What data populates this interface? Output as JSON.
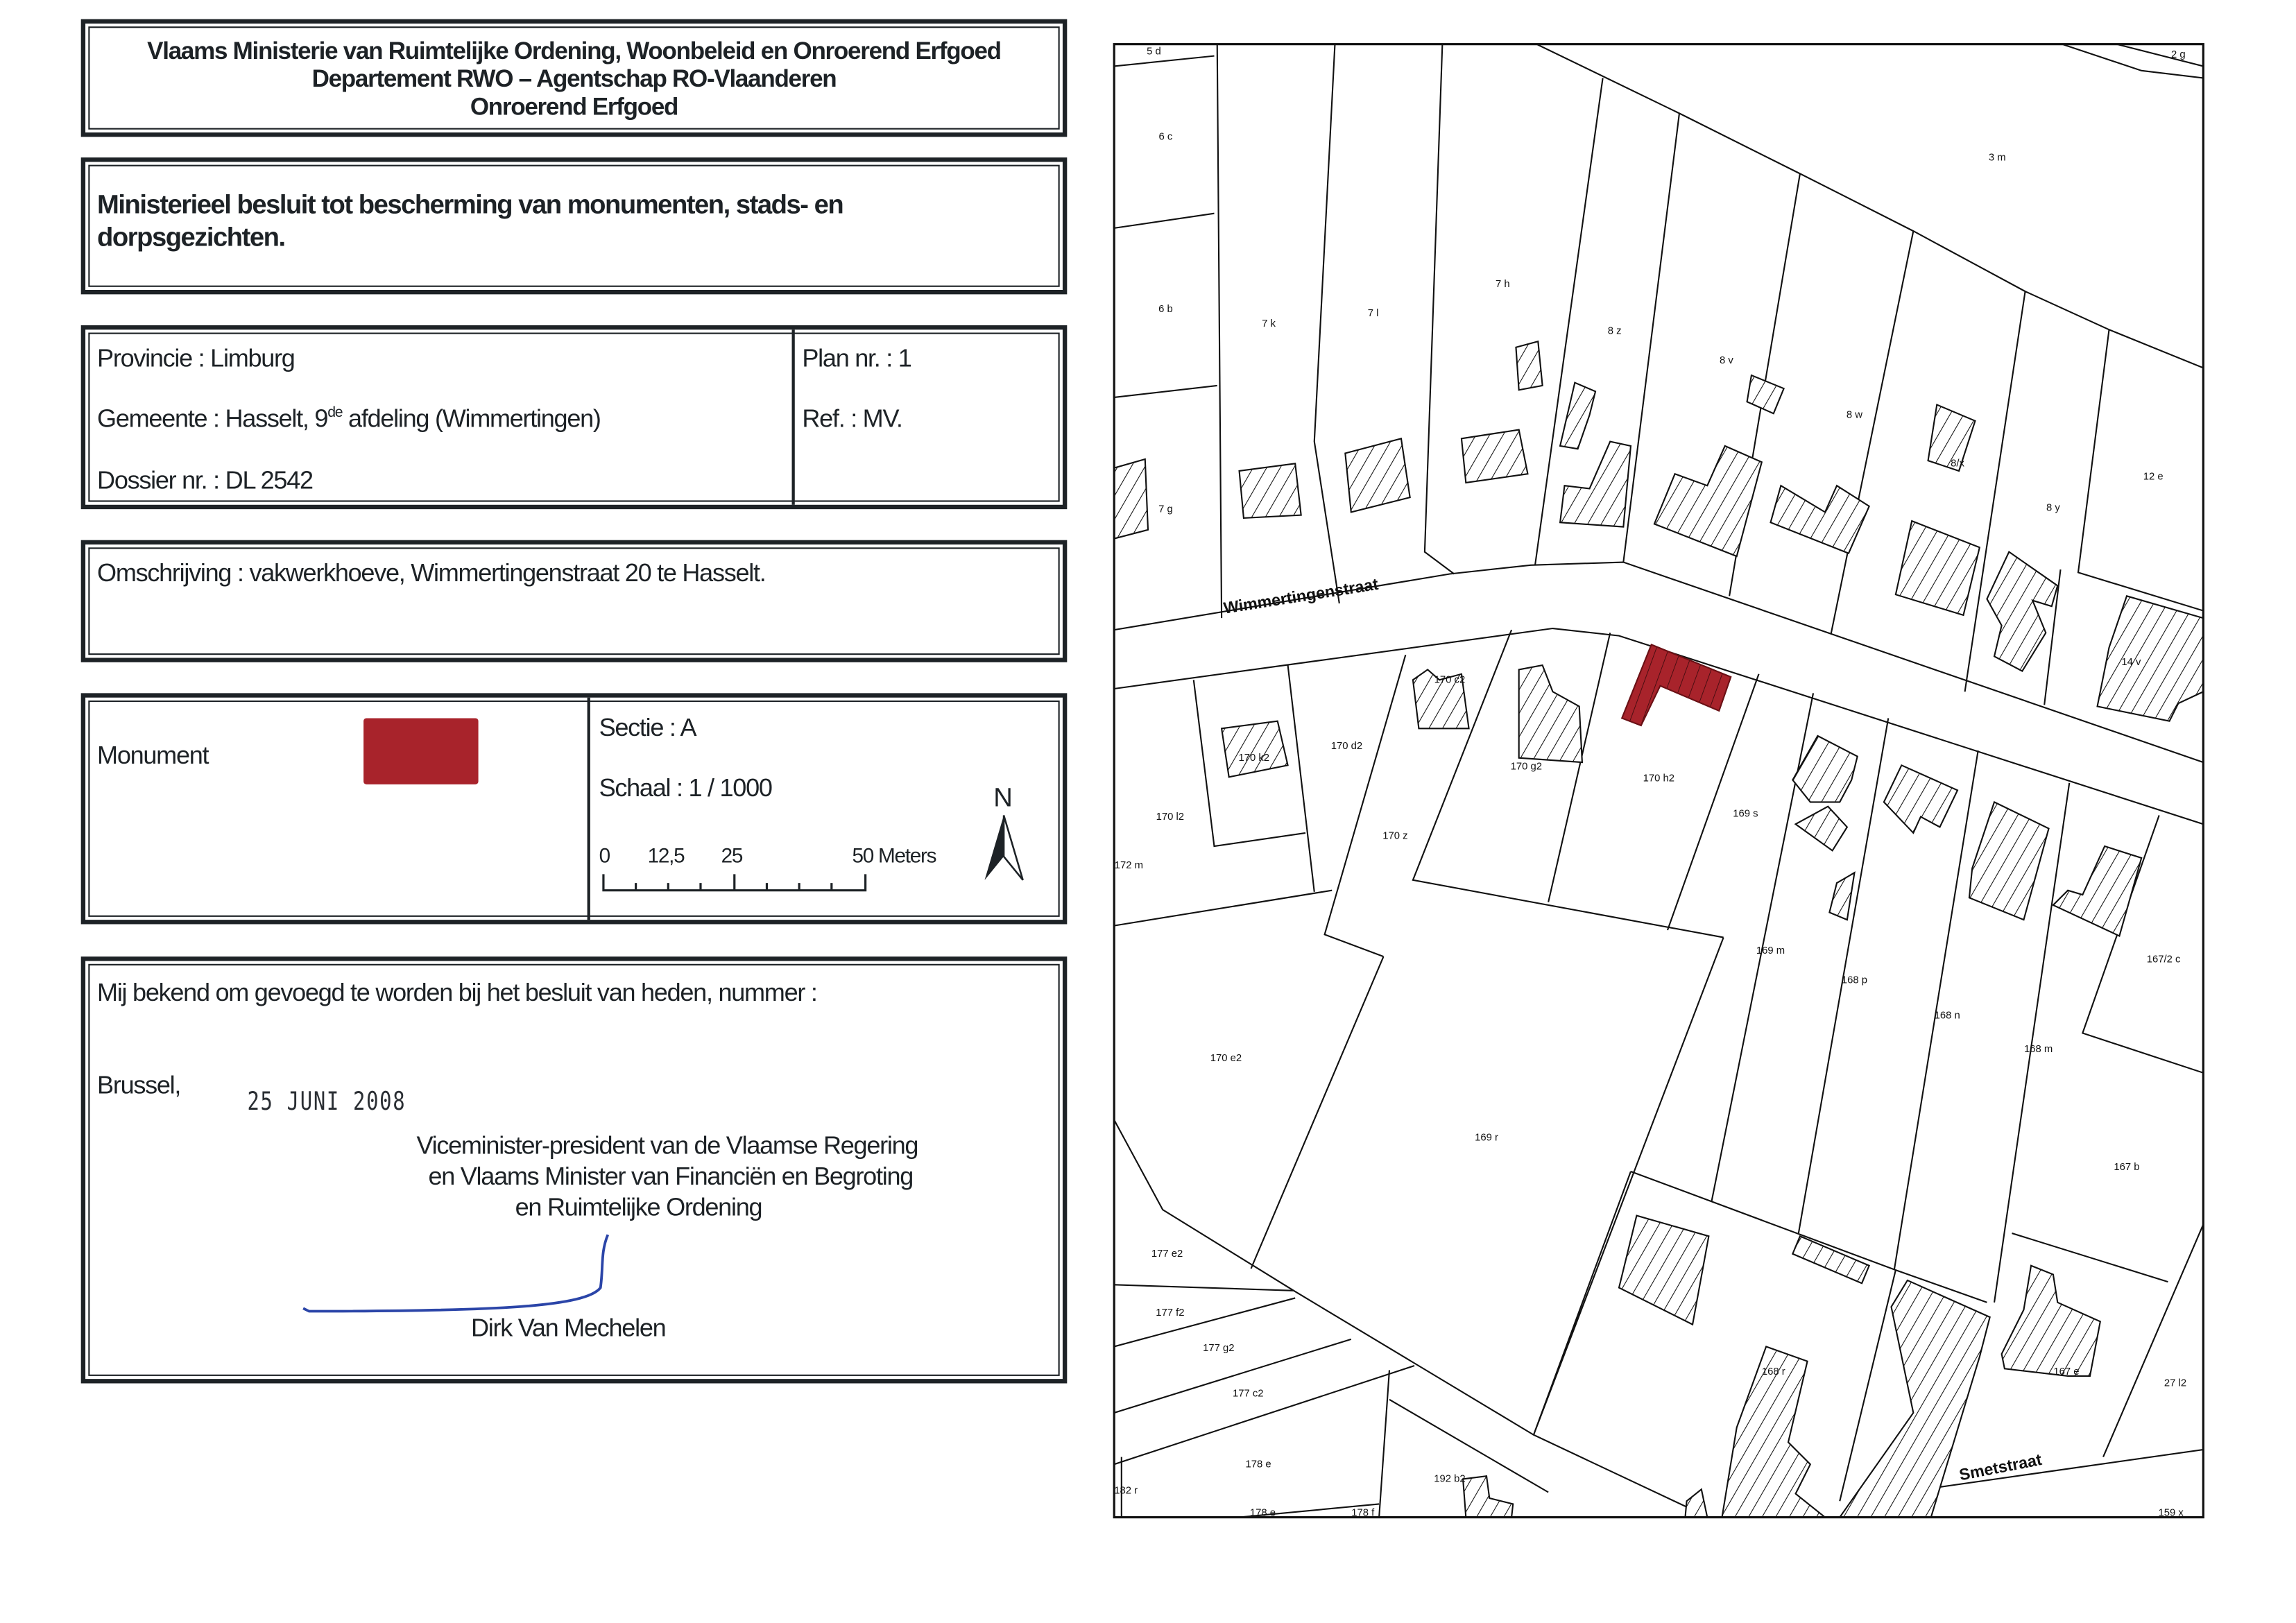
{
  "header": {
    "lines": [
      "Vlaams Ministerie van Ruimtelijke Ordening, Woonbeleid en Onroerend Erfgoed",
      "Departement RWO – Agentschap RO-Vlaanderen",
      "Onroerend Erfgoed"
    ]
  },
  "title": "Ministerieel besluit tot bescherming van monumenten, stads- en dorpsgezichten.",
  "info": {
    "provincie": "Provincie : Limburg",
    "gemeente_prefix": "Gemeente : Hasselt, 9",
    "gemeente_sup": "de",
    "gemeente_suffix": " afdeling (Wimmertingen)",
    "dossier": "Dossier nr. : DL 2542",
    "plan": "Plan nr. : 1",
    "ref": "Ref. : MV."
  },
  "omschrijving": "Omschrijving : vakwerkhoeve, Wimmertingenstraat 20 te Hasselt.",
  "legend": {
    "monument_label": "Monument",
    "monument_color": "#a8232b",
    "sectie": "Sectie : A",
    "schaal": "Schaal : 1 / 1000",
    "scale_ticks": [
      "0",
      "12,5",
      "25",
      "50 Meters"
    ],
    "north": "N"
  },
  "approval": {
    "intro": "Mij bekend om gevoegd te worden bij het besluit van heden, nummer :",
    "place": "Brussel,",
    "date": "25 JUNI 2008",
    "title_lines": [
      "Viceminister-president van de Vlaamse Regering",
      "en Vlaams Minister van Financiën en Begroting",
      "en Ruimtelijke Ordening"
    ],
    "name": "Dirk Van Mechelen",
    "signature_color": "#2b45a8"
  },
  "map": {
    "streets": [
      "Wimmertingenstraat",
      "Smetstraat"
    ],
    "parcels": [
      "5 d",
      "2 g",
      "6 c",
      "3 m",
      "7 h",
      "6 b",
      "7 k",
      "7 l",
      "8 z",
      "8 v",
      "8 w",
      "8/x",
      "12 e",
      "8 y",
      "7 g",
      "14 v",
      "170 c2",
      "170 k2",
      "170 d2",
      "170 g2",
      "170 h2",
      "169 s",
      "170 l2",
      "170 z",
      "172 m",
      "169 m",
      "167/2 c",
      "168 p",
      "168 n",
      "168 m",
      "170 e2",
      "169 r",
      "167 b",
      "177 e2",
      "177 f2",
      "177 g2",
      "177 c2",
      "27 l2",
      "168 r",
      "167 e",
      "178 e",
      "192 b2",
      "182 r",
      "178 e",
      "178 f",
      "159 x"
    ]
  }
}
